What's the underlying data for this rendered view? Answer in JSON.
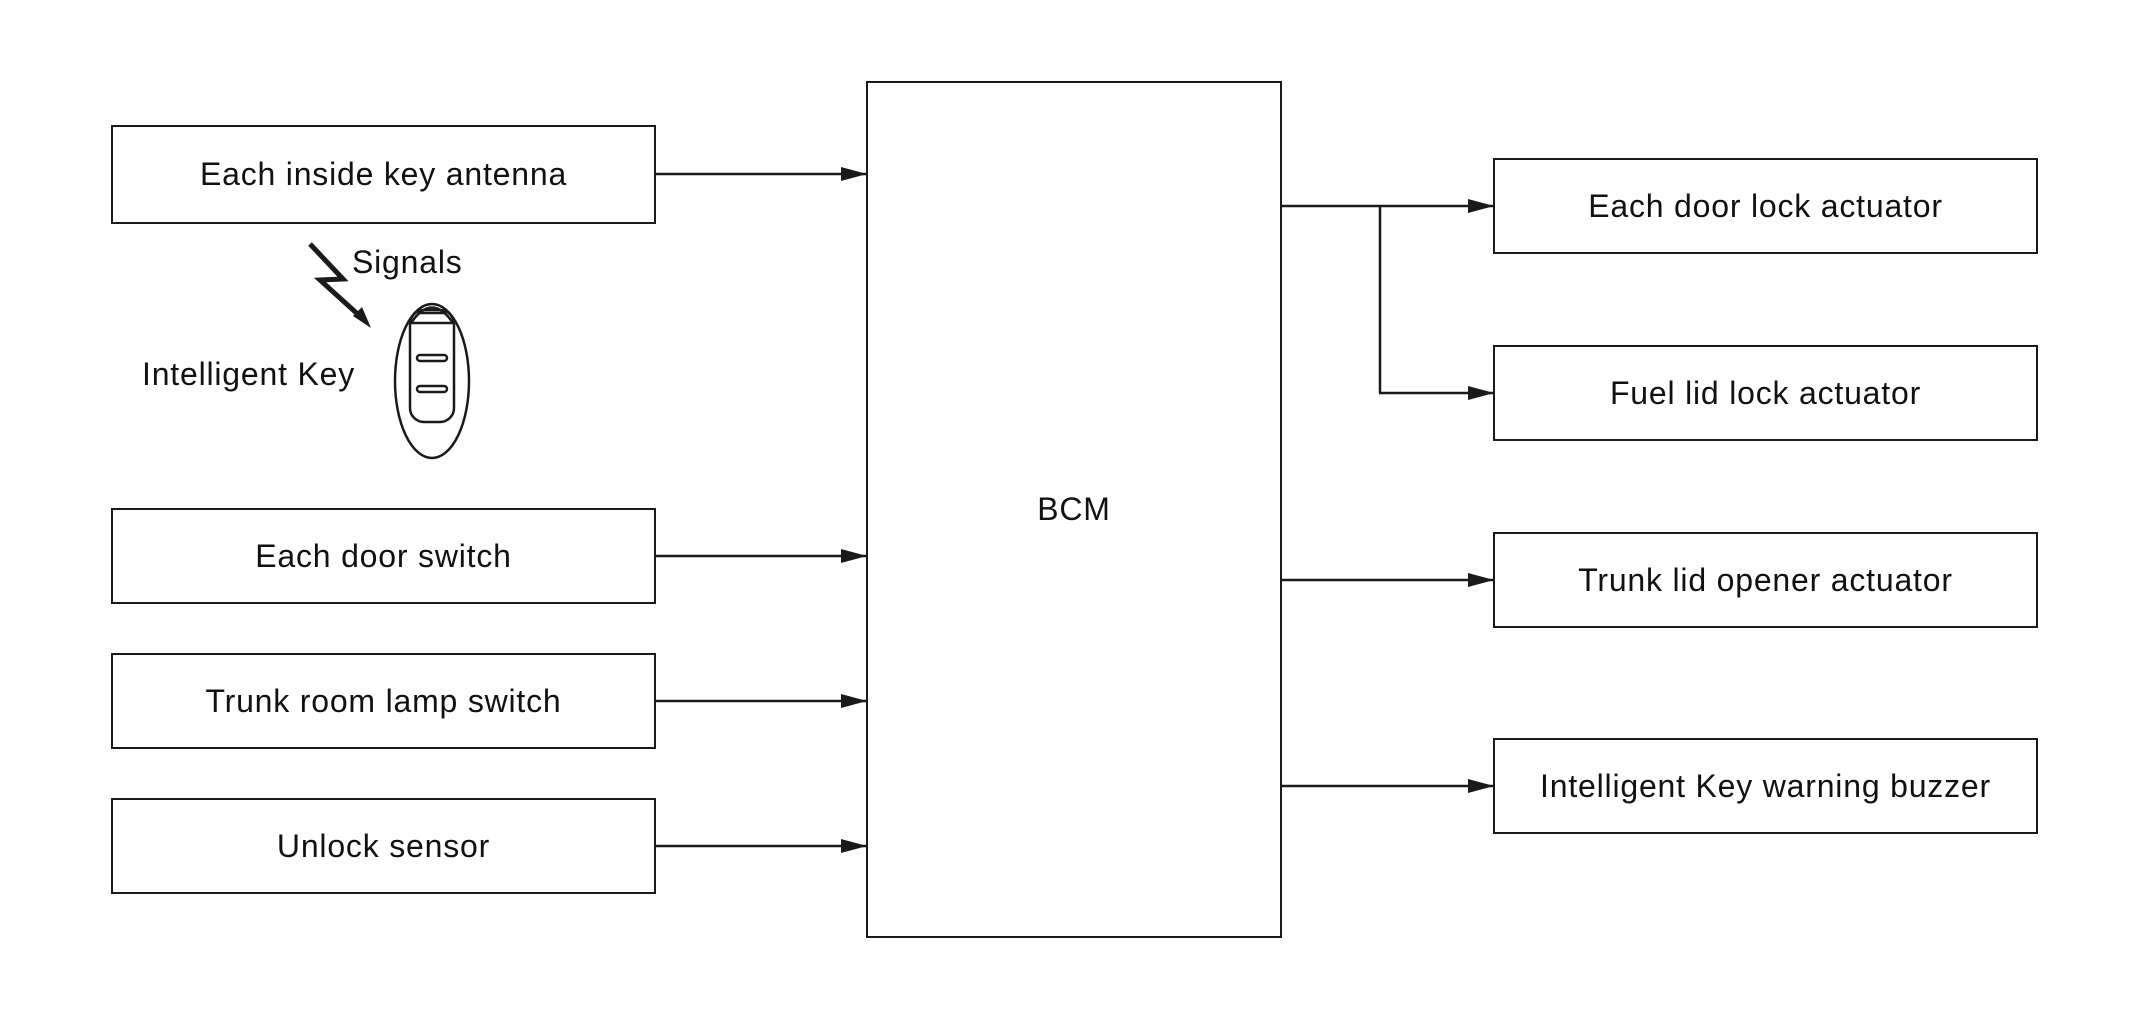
{
  "inputs": {
    "inside_key_antenna": "Each inside key antenna",
    "door_switch": "Each door switch",
    "trunk_room_lamp_switch": "Trunk room lamp switch",
    "unlock_sensor": "Unlock sensor"
  },
  "key": {
    "signals_label": "Signals",
    "intelligent_key_label": "Intelligent Key",
    "fob_icon": "key-fob-icon",
    "signal_icon": "lightning-signal-icon"
  },
  "controller": {
    "label": "BCM"
  },
  "outputs": {
    "door_lock_actuator": "Each door lock actuator",
    "fuel_lid_lock_actuator": "Fuel lid lock actuator",
    "trunk_lid_opener_actuator": "Trunk lid opener actuator",
    "warning_buzzer": "Intelligent Key warning buzzer"
  },
  "colors": {
    "line": "#1a1a1a",
    "background": "#ffffff"
  }
}
